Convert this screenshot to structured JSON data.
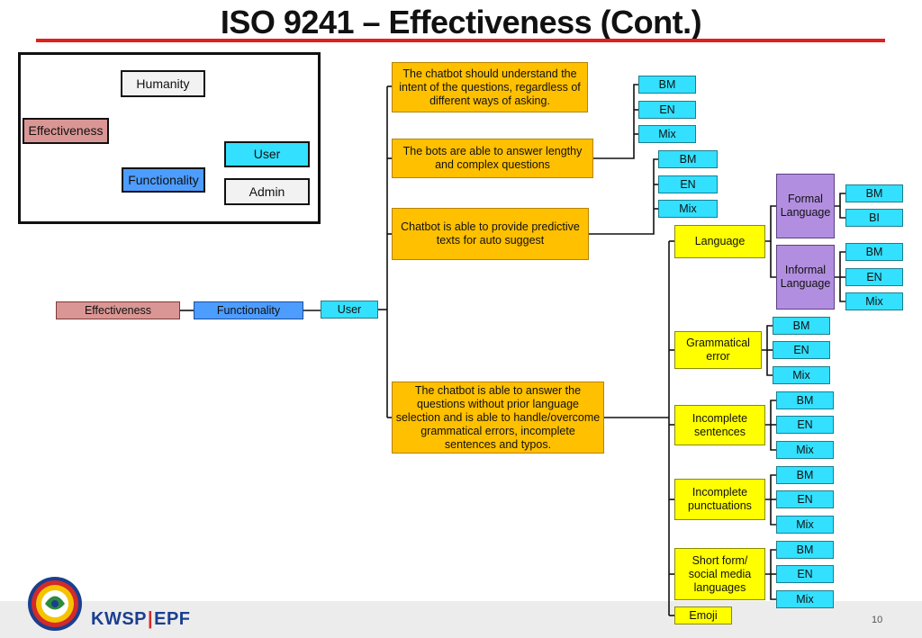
{
  "slide": {
    "title": "ISO 9241 – Effectiveness (Cont.)",
    "page_number": "10",
    "brand": {
      "left": "KWSP",
      "sep": "|",
      "right": "EPF"
    }
  },
  "inset": {
    "root": "Effectiveness",
    "humanity": "Humanity",
    "functionality": "Functionality",
    "user": "User",
    "admin": "Admin"
  },
  "chain": {
    "effectiveness": "Effectiveness",
    "functionality": "Functionality",
    "user": "User"
  },
  "criteria": {
    "intent": "The chatbot should understand the intent of the questions, regardless of different ways of asking.",
    "lengthy": "The bots are able to answer lengthy and complex questions",
    "predictive": "Chatbot is able to provide predictive texts for auto suggest",
    "noprior": "The chatbot is able to answer the questions without prior language selection and is able to handle/overcome grammatical errors, incomplete sentences and typos."
  },
  "subs": {
    "language": "Language",
    "grammatical": "Grammatical error",
    "incomplete_sentences": "Incomplete sentences",
    "incomplete_punctuations": "Incomplete punctuations",
    "shortform": "Short form/ social media languages",
    "emoji": "Emoji",
    "formal": "Formal Language",
    "informal": "Informal Language"
  },
  "langs": {
    "bm": "BM",
    "en": "EN",
    "mix": "Mix",
    "bi": "BI"
  },
  "colors": {
    "title_rule": "#e0201c",
    "criteria": "#ffc000",
    "subcategory": "#ffff00",
    "language_tag": "#33e0ff",
    "language_type": "#b28ee0",
    "effectiveness": "#d99694",
    "functionality": "#4d9dff"
  }
}
